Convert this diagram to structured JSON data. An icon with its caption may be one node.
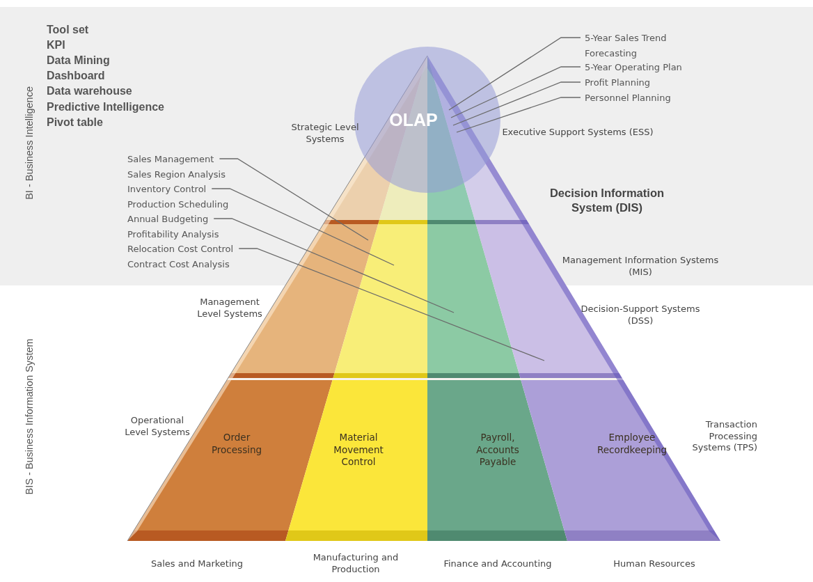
{
  "diagram": {
    "nodes": [
      {
        "text": [
          "OLAP"
        ]
      },
      {
        "text": [
          "5-Year Sales Trend Forecasting"
        ]
      },
      {
        "text": [
          "5-Year Operating Plan"
        ]
      },
      {
        "text": [
          "Profit Planning"
        ]
      },
      {
        "text": [
          "Personnel Planning"
        ]
      },
      {
        "text": [
          "Sales Management",
          "Sales Region Analysis"
        ]
      },
      {
        "text": [
          "Inventory Control",
          "Production Scheduling"
        ]
      },
      {
        "text": [
          "Annual Budgeting",
          "Profitability Analysis"
        ]
      },
      {
        "text": [
          "Relocation Cost Control",
          "Contract Cost Analysis"
        ]
      },
      {
        "text": [
          "Order Processing"
        ]
      },
      {
        "text": [
          "Material Movement Control"
        ]
      },
      {
        "text": [
          "Payroll, Accounts Payable"
        ]
      },
      {
        "text": [
          "Employee Recordkeeping"
        ]
      }
    ],
    "edges": [
      {
        "from": 1,
        "to": 0,
        "arrow": "none"
      },
      {
        "from": 2,
        "to": 0,
        "arrow": "none"
      },
      {
        "from": 3,
        "to": 0,
        "arrow": "none"
      },
      {
        "from": 4,
        "to": 0,
        "arrow": "none"
      },
      {
        "from": 5,
        "to": null,
        "arrow": "none"
      },
      {
        "from": 6,
        "to": null,
        "arrow": "none"
      },
      {
        "from": 7,
        "to": null,
        "arrow": "none"
      },
      {
        "from": 8,
        "to": null,
        "arrow": "none"
      }
    ],
    "labels": [
      "Tool set",
      "KPI",
      "Data Mining",
      "Dashboard",
      "Data warehouse",
      "Predictive Intelligence",
      "Pivot table",
      "BI - Business Intelligence",
      "Strategic Level Systems",
      "Executive Support Systems (ESS)",
      "Decision Information System (DIS)",
      "Management Information Systems (MIS)",
      "Management Level Systems",
      "Decision-Support Systems (DSS)",
      "BIS - Business Information System",
      "Operational Level Systems",
      "Transaction Processing Systems (TPS)",
      "Sales and Marketing",
      "Manufacturing and Production",
      "Finance and Accounting",
      "Human Resources"
    ]
  }
}
